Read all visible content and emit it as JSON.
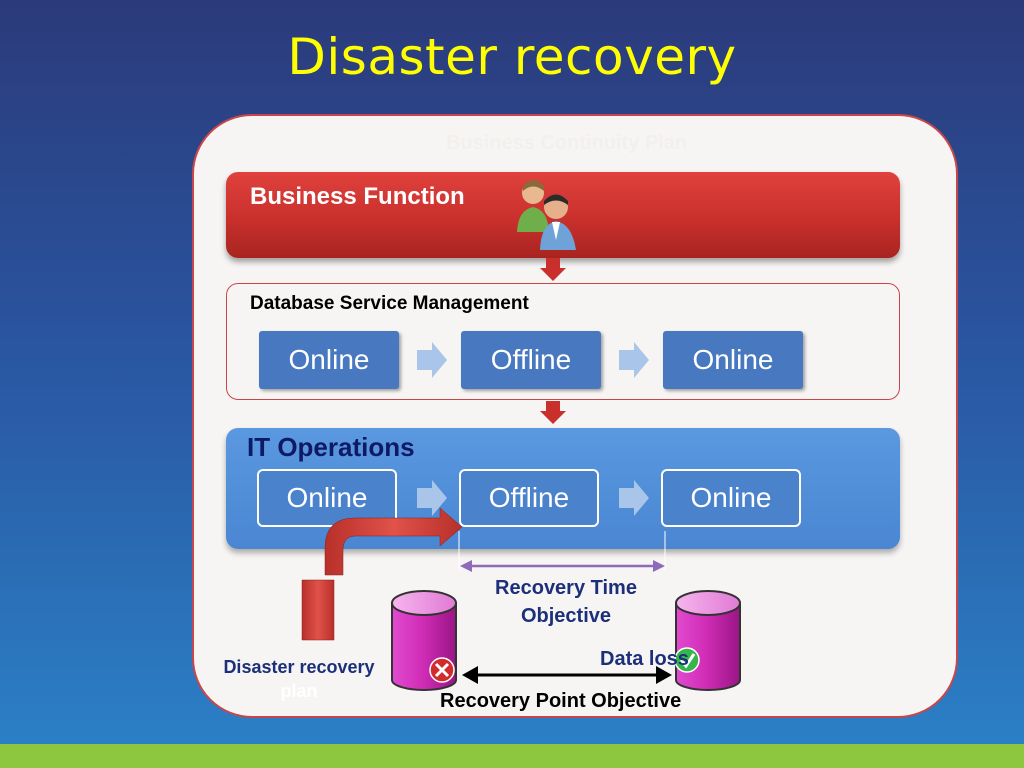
{
  "title": "Disaster recovery",
  "panel_label": "Business Continuity Plan",
  "business_function": {
    "title": "Business Function"
  },
  "database_service_management": {
    "title": "Database Service Management",
    "states": [
      "Online",
      "Offline",
      "Online"
    ]
  },
  "it_operations": {
    "title": "IT Operations",
    "states": [
      "Online",
      "Offline",
      "Online"
    ]
  },
  "annotations": {
    "rto_line1": "Recovery Time",
    "rto_line2": "Objective",
    "data_loss": "Data loss",
    "rpo": "Recovery Point Objective",
    "drp_line1": "Disaster recovery",
    "drp_line2": "plan"
  },
  "colors": {
    "title": "#ffff00",
    "business_function_band": "#c9302c",
    "it_operations_band": "#4a86d2",
    "state_box": "#4878bf",
    "cylinder": "#cc1fa6",
    "bottom_bar": "#8dc63f"
  },
  "icons": {
    "users": "users-icon",
    "error": "x-error-icon",
    "ok": "check-ok-icon"
  }
}
